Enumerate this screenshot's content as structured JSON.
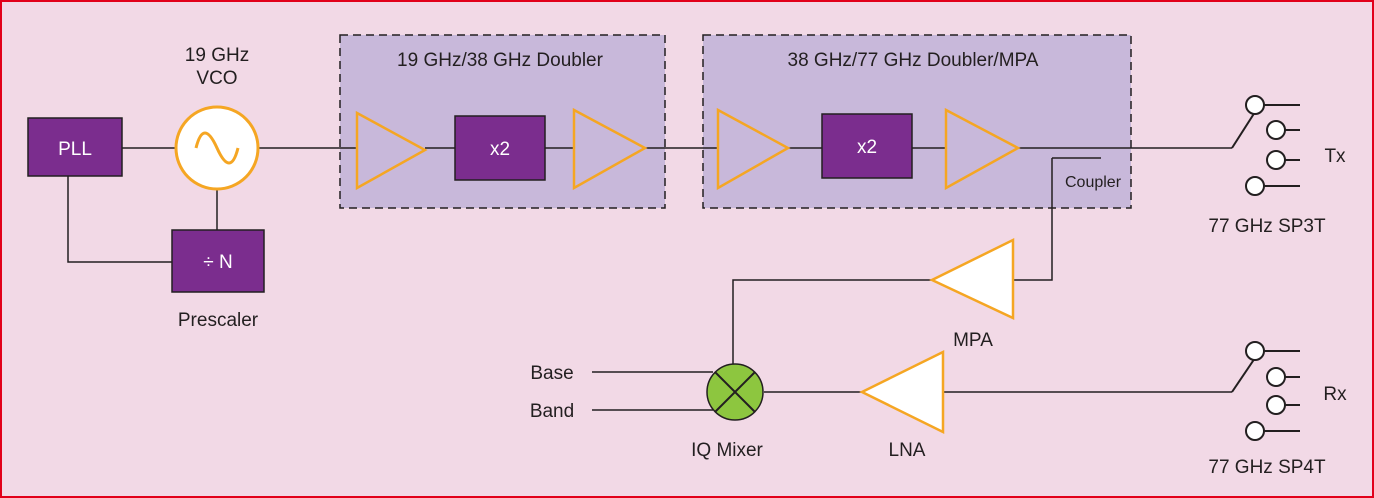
{
  "colors": {
    "background": "#f2d9e6",
    "border": "#e2001a",
    "block_fill": "#7b2d8e",
    "amplifier_stroke": "#f5a623",
    "group_fill": "#c8b8da",
    "mixer_fill": "#8dc63f",
    "line": "#231f20"
  },
  "blocks": {
    "pll": "PLL",
    "prescaler_box": "÷ N",
    "doubler1_x2": "x2",
    "doubler2_x2": "x2"
  },
  "labels": {
    "vco_line1": "19 GHz",
    "vco_line2": "VCO",
    "prescaler": "Prescaler",
    "group1_title": "19 GHz/38 GHz Doubler",
    "group2_title": "38 GHz/77 GHz Doubler/MPA",
    "coupler": "Coupler",
    "tx": "Tx",
    "tx_switch": "77 GHz SP3T",
    "rx": "Rx",
    "rx_switch": "77 GHz SP4T",
    "mpa": "MPA",
    "lna": "LNA",
    "iq_mixer": "IQ Mixer",
    "base": "Base",
    "band": "Band"
  },
  "icons": {
    "vco": "sine-wave-icon",
    "mixer": "mixer-cross-icon",
    "amplifier": "triangle-amplifier-icon",
    "switch": "rf-switch-icon"
  }
}
